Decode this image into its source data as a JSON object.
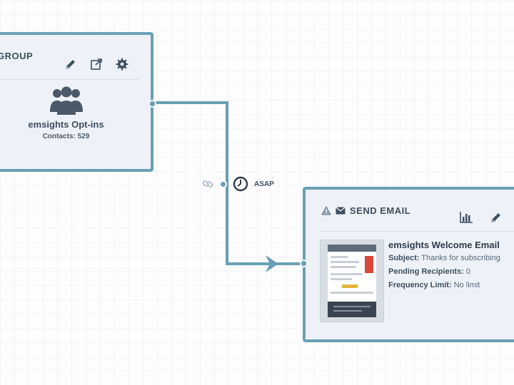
{
  "group_node": {
    "title": "GROUP",
    "name": "emsights Opt-ins",
    "contacts": "Contacts: 529",
    "icons": [
      "edit-pencil-icon",
      "open-external-icon",
      "gear-icon",
      "people-group-icon"
    ]
  },
  "connector": {
    "delay_label": "ASAP",
    "icons": [
      "link-icon",
      "clock-icon",
      "arrow-right-icon"
    ]
  },
  "email_node": {
    "title": "SEND EMAIL",
    "name": "emsights Welcome Email",
    "subject_key": "Subject:",
    "subject_value": "Thanks for subscribing",
    "pending_key": "Pending Recipients:",
    "pending_value": "0",
    "frequency_key": "Frequency Limit:",
    "frequency_value": "No limit",
    "icons": [
      "warning-triangle-icon",
      "envelope-icon",
      "bar-chart-icon",
      "edit-pencil-icon"
    ]
  },
  "colors": {
    "node_border": "#6a9fb2",
    "node_bg": "#eef2f8",
    "text": "#3f4e5e",
    "accent_red": "#d9463b"
  }
}
